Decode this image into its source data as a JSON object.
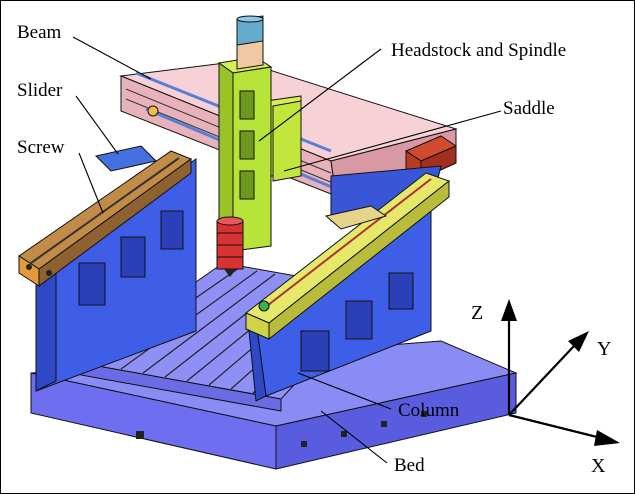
{
  "labels": {
    "beam": "Beam",
    "headstock": "Headstock and Spindle",
    "slider": "Slider",
    "saddle": "Saddle",
    "screw": "Screw",
    "column": "Column",
    "bed": "Bed"
  },
  "axes": {
    "z": "Z",
    "y": "Y",
    "x": "X"
  },
  "colors": {
    "bed": "#6d6ff0",
    "column": "#3f5ee8",
    "beam": "#f2c2c8",
    "headstock": "#b8e43a",
    "guide_rail": "#d9dc57",
    "screw_housing_left": "#b07a3a",
    "spindle": "#d93232",
    "motor": "#66aacc",
    "slider": "#4470e0"
  }
}
